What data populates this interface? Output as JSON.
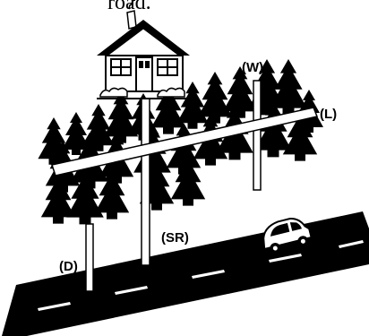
{
  "caption_fragment": "road.",
  "labels": {
    "w": "(W)",
    "l": "(L)",
    "sr": "(SR)",
    "d": "(D)"
  },
  "icons": [
    "house-icon",
    "tree-icon",
    "car-icon",
    "road",
    "pole"
  ],
  "colors": {
    "ink": "#000000",
    "paper": "#ffffff"
  }
}
